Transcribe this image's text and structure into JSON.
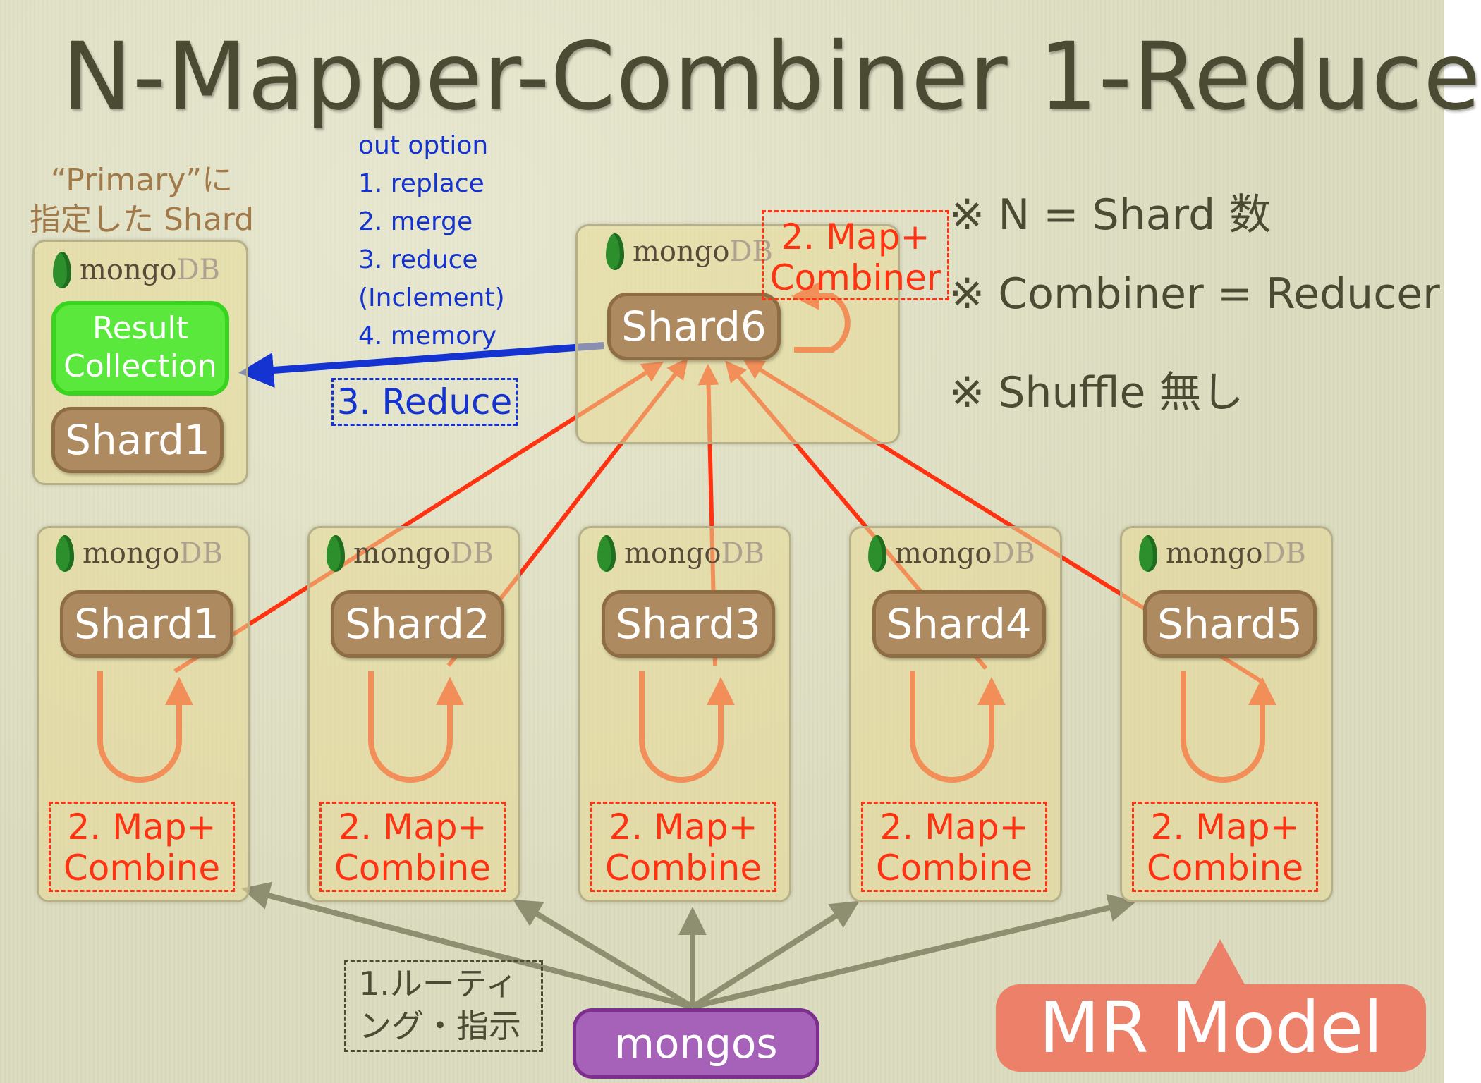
{
  "title": "N-Mapper-Combiner 1-Reduce",
  "notes": [
    "※ N = Shard 数",
    "※ Combiner = Reducer",
    "※ Shuffle 無し"
  ],
  "out_option": {
    "heading": "out option",
    "items": [
      "1. replace",
      "2. merge",
      "3. reduce",
      "(Inclement)",
      "4. memory"
    ]
  },
  "primary_label": {
    "line1": "“Primary”に",
    "line2": "指定した Shard"
  },
  "logo": {
    "mongo": "mongo",
    "db": "DB"
  },
  "primary_shard": {
    "result_line1": "Result",
    "result_line2": "Collection",
    "shard": "Shard1"
  },
  "reducer": {
    "shard": "Shard6",
    "label_line1": "2. Map+",
    "label_line2": "Combiner"
  },
  "reduce_label": "3. Reduce",
  "shards": [
    {
      "name": "Shard1",
      "label_line1": "2. Map+",
      "label_line2": "Combine"
    },
    {
      "name": "Shard2",
      "label_line1": "2. Map+",
      "label_line2": "Combine"
    },
    {
      "name": "Shard3",
      "label_line1": "2. Map+",
      "label_line2": "Combine"
    },
    {
      "name": "Shard4",
      "label_line1": "2. Map+",
      "label_line2": "Combine"
    },
    {
      "name": "Shard5",
      "label_line1": "2. Map+",
      "label_line2": "Combine"
    }
  ],
  "routing_label": {
    "line1": "1.ルーティ",
    "line2": "ング・指示"
  },
  "mongos": "mongos",
  "mr_model": "MR Model",
  "colors": {
    "red_arrow": "#ff3311",
    "blue_arrow": "#1433d0",
    "gray_arrow": "#8e8e70",
    "panel": "#e8da96",
    "shard": "#ad8a5f",
    "result": "#5ae83c",
    "mongos": "#a662b8",
    "mr_model": "#ec8068"
  }
}
